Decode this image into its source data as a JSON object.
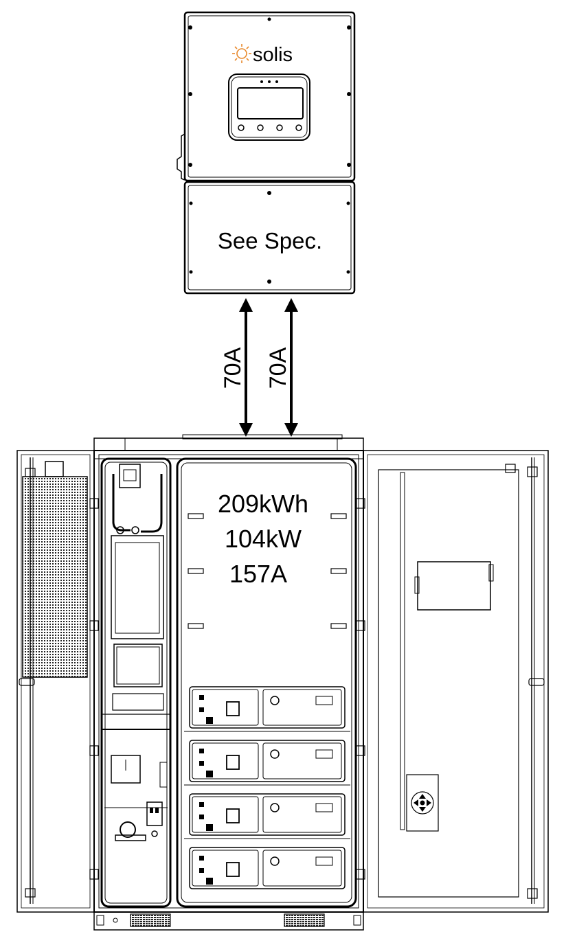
{
  "inverter": {
    "brand": "solis",
    "spec_label": "See Spec.",
    "brand_color": "#e8892c"
  },
  "connections": [
    {
      "current": "70A"
    },
    {
      "current": "70A"
    }
  ],
  "cabinet": {
    "energy": "209kWh",
    "power": "104kW",
    "current": "157A",
    "battery_module_count": 4
  }
}
